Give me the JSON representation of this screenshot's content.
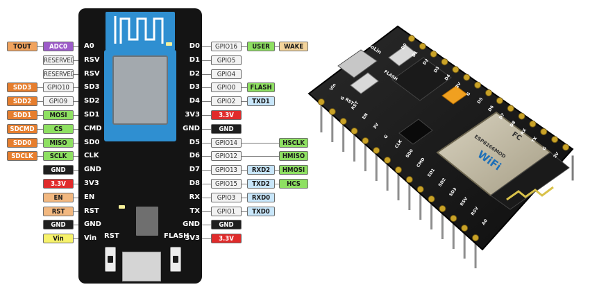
{
  "colors": {
    "orange": "#f0a35e",
    "purple": "#9d5cc9",
    "gray": "#f2f2f2",
    "dark_orange": "#e67e2e",
    "green": "#8ee062",
    "dark": "#1f1f1f",
    "red": "#e02b2b",
    "peach": "#f2b880",
    "yellow": "#f7f26b",
    "light_blue": "#c8e6fa",
    "tan": "#f4d49b",
    "board": "#141414",
    "module_blue": "#2f8fd1"
  },
  "left_pins": [
    {
      "pin": "A0",
      "tags": [
        {
          "text": "TOUT",
          "color": "orange"
        },
        {
          "text": "ADC0",
          "color": "purple"
        }
      ]
    },
    {
      "pin": "RSV",
      "tags": [
        {
          "text": "RESERVED",
          "color": "gray"
        }
      ]
    },
    {
      "pin": "RSV",
      "tags": [
        {
          "text": "RESERVED",
          "color": "gray"
        }
      ]
    },
    {
      "pin": "SD3",
      "tags": [
        {
          "text": "SDD3",
          "color": "dark_orange"
        },
        {
          "text": "GPIO10",
          "color": "gray"
        }
      ]
    },
    {
      "pin": "SD2",
      "tags": [
        {
          "text": "SDD2",
          "color": "dark_orange"
        },
        {
          "text": "GPIO9",
          "color": "gray"
        }
      ]
    },
    {
      "pin": "SD1",
      "tags": [
        {
          "text": "SDD1",
          "color": "dark_orange"
        },
        {
          "text": "MOSI",
          "color": "green"
        }
      ]
    },
    {
      "pin": "CMD",
      "tags": [
        {
          "text": "SDCMD",
          "color": "dark_orange"
        },
        {
          "text": "CS",
          "color": "green"
        }
      ]
    },
    {
      "pin": "SD0",
      "tags": [
        {
          "text": "SDD0",
          "color": "dark_orange"
        },
        {
          "text": "MISO",
          "color": "green"
        }
      ]
    },
    {
      "pin": "CLK",
      "tags": [
        {
          "text": "SDCLK",
          "color": "dark_orange"
        },
        {
          "text": "SCLK",
          "color": "green"
        }
      ]
    },
    {
      "pin": "GND",
      "tags": [
        {
          "text": "GND",
          "color": "dark"
        }
      ]
    },
    {
      "pin": "3V3",
      "tags": [
        {
          "text": "3.3V",
          "color": "red"
        }
      ]
    },
    {
      "pin": "EN",
      "tags": [
        {
          "text": "EN",
          "color": "peach"
        }
      ]
    },
    {
      "pin": "RST",
      "tags": [
        {
          "text": "RST",
          "color": "peach"
        }
      ]
    },
    {
      "pin": "GND",
      "tags": [
        {
          "text": "GND",
          "color": "dark"
        }
      ]
    },
    {
      "pin": "Vin",
      "tags": [
        {
          "text": "Vin",
          "color": "yellow"
        }
      ]
    }
  ],
  "right_pins": [
    {
      "pin": "D0",
      "tags": [
        {
          "text": "GPIO16",
          "color": "gray"
        },
        {
          "text": "USER",
          "color": "green"
        },
        {
          "text": "WAKE",
          "color": "tan"
        }
      ]
    },
    {
      "pin": "D1",
      "tags": [
        {
          "text": "GPIO5",
          "color": "gray"
        }
      ]
    },
    {
      "pin": "D2",
      "tags": [
        {
          "text": "GPIO4",
          "color": "gray"
        }
      ]
    },
    {
      "pin": "D3",
      "tags": [
        {
          "text": "GPIO0",
          "color": "gray"
        },
        {
          "text": "FLASH",
          "color": "green"
        }
      ]
    },
    {
      "pin": "D4",
      "tags": [
        {
          "text": "GPIO2",
          "color": "gray"
        },
        {
          "text": "TXD1",
          "color": "light_blue"
        }
      ]
    },
    {
      "pin": "3V3",
      "tags": [
        {
          "text": "3.3V",
          "color": "red"
        }
      ]
    },
    {
      "pin": "GND",
      "tags": [
        {
          "text": "GND",
          "color": "dark"
        }
      ]
    },
    {
      "pin": "D5",
      "tags": [
        {
          "text": "GPIO14",
          "color": "gray"
        },
        {
          "text": "",
          "color": "none"
        },
        {
          "text": "HSCLK",
          "color": "green"
        }
      ]
    },
    {
      "pin": "D6",
      "tags": [
        {
          "text": "GPIO12",
          "color": "gray"
        },
        {
          "text": "",
          "color": "none"
        },
        {
          "text": "HMISO",
          "color": "green"
        }
      ]
    },
    {
      "pin": "D7",
      "tags": [
        {
          "text": "GPIO13",
          "color": "gray"
        },
        {
          "text": "RXD2",
          "color": "light_blue"
        },
        {
          "text": "HMOSI",
          "color": "green"
        }
      ]
    },
    {
      "pin": "D8",
      "tags": [
        {
          "text": "GPIO15",
          "color": "gray"
        },
        {
          "text": "TXD2",
          "color": "light_blue"
        },
        {
          "text": "HCS",
          "color": "green"
        }
      ]
    },
    {
      "pin": "RX",
      "tags": [
        {
          "text": "GPIO3",
          "color": "gray"
        },
        {
          "text": "RXD0",
          "color": "light_blue"
        }
      ]
    },
    {
      "pin": "TX",
      "tags": [
        {
          "text": "GPIO1",
          "color": "gray"
        },
        {
          "text": "TXD0",
          "color": "light_blue"
        }
      ]
    },
    {
      "pin": "GND",
      "tags": [
        {
          "text": "GND",
          "color": "dark"
        }
      ]
    },
    {
      "pin": "3V3",
      "tags": [
        {
          "text": "3.3V",
          "color": "red"
        }
      ]
    }
  ],
  "buttons": {
    "left": "RST",
    "right": "FLASH"
  },
  "photo": {
    "module_text": [
      "WiFi",
      "ESP8266MOD",
      "FC"
    ],
    "board_text": [
      "LoLin",
      "RST",
      "FLASH"
    ],
    "pin_text": [
      "Vin",
      "G",
      "RST",
      "EN",
      "3V",
      "G",
      "CLK",
      "SD0",
      "CMD",
      "SD1",
      "SD2",
      "SD3",
      "RSV",
      "RSV",
      "A0",
      "D0",
      "D1",
      "D2",
      "D3",
      "D4",
      "3V",
      "G",
      "D5",
      "D6",
      "D7",
      "D8",
      "RX",
      "TX",
      "G",
      "3V"
    ]
  }
}
